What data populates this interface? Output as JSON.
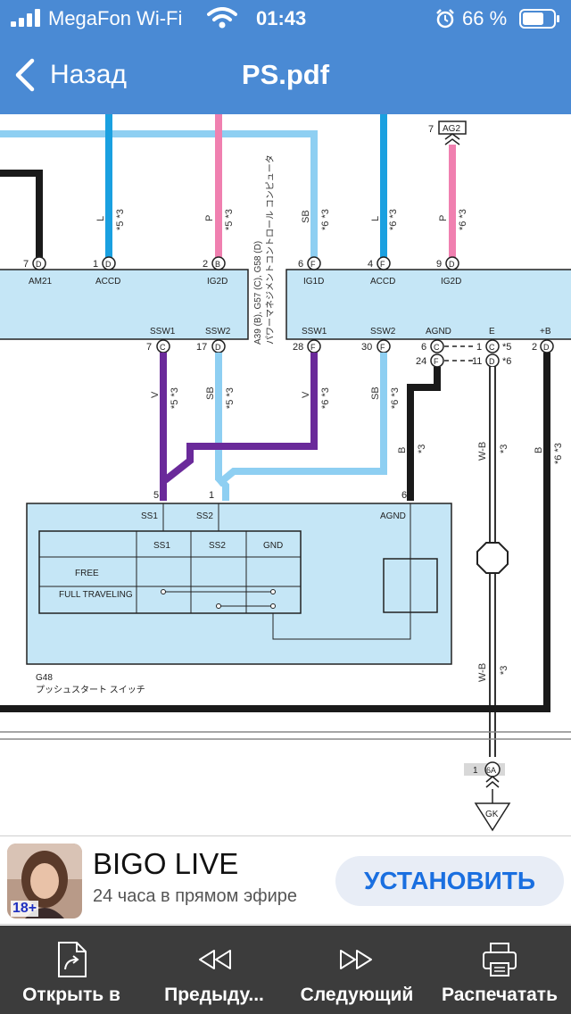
{
  "status_bar": {
    "carrier": "MegaFon Wi-Fi",
    "time": "01:43",
    "battery_percent": "66 %",
    "icons": [
      "signal-icon",
      "wifi-icon",
      "alarm-icon",
      "battery-icon"
    ]
  },
  "nav": {
    "back_label": "Назад",
    "title": "PS.pdf"
  },
  "diagram": {
    "top_labels": {
      "ag2_pin": "7",
      "ag2": "AG2"
    },
    "wire_labels": {
      "l_left": "L",
      "l_left_note": "*5 *3",
      "p_left": "P",
      "p_left_note": "*5 *3",
      "sb_top": "SB",
      "sb_top_note": "*6 *3",
      "l_right": "L",
      "l_right_note": "*6 *3",
      "p_right": "P",
      "p_right_note": "*6 *3",
      "v_left": "V",
      "v_left_note": "*5 *3",
      "sb_left": "SB",
      "sb_left_note": "*5 *3",
      "v_right": "V",
      "v_right_note": "*6 *3",
      "sb_right": "SB",
      "sb_right_note": "*6 *3",
      "b_agnd": "B",
      "b_agnd_note": "*3",
      "wb_top": "W-B",
      "wb_top_note": "*3",
      "b_right": "B",
      "b_right_note": "*6 *3",
      "wb_bottom": "W-B",
      "wb_bottom_note": "*3"
    },
    "ecu_caption_1": "A39 (B), G57 (C), G58 (D)",
    "ecu_caption_2": "パワーマネジメントコントロール コンピュータ",
    "left_ecu": {
      "top_pins": [
        {
          "num": "7",
          "conn": "D",
          "label": "AM21"
        },
        {
          "num": "1",
          "conn": "D",
          "label": "ACCD"
        },
        {
          "num": "2",
          "conn": "B",
          "label": "IG2D"
        }
      ],
      "bottom_pins": [
        {
          "num": "7",
          "conn": "C",
          "label": "SSW1"
        },
        {
          "num": "17",
          "conn": "D",
          "label": "SSW2"
        }
      ]
    },
    "right_ecu": {
      "top_pins": [
        {
          "num": "6",
          "conn": "F",
          "label": "IG1D"
        },
        {
          "num": "4",
          "conn": "F",
          "label": "ACCD"
        },
        {
          "num": "9",
          "conn": "D",
          "label": "IG2D"
        }
      ],
      "bottom_pins": [
        {
          "num": "28",
          "conn": "F",
          "label": "SSW1"
        },
        {
          "num": "30",
          "conn": "F",
          "label": "SSW2"
        },
        {
          "num": "6",
          "conn": "C",
          "label": "AGND"
        },
        {
          "num": "1",
          "conn": "C",
          "label": "E"
        },
        {
          "num": "2",
          "conn": "D",
          "label": "+B"
        }
      ],
      "extra": [
        {
          "num": "24",
          "conn": "F"
        },
        {
          "num": "11",
          "conn": "D"
        }
      ],
      "notes": [
        "*5",
        "*6"
      ]
    },
    "switch": {
      "pins": {
        "ss1_num": "5",
        "ss2_num": "1",
        "agnd_num": "6"
      },
      "terminals": {
        "ss1": "SS1",
        "ss2": "SS2",
        "agnd": "AGND"
      },
      "table_headers": [
        "SS1",
        "SS2",
        "GND"
      ],
      "rows": [
        "FREE",
        "FULL TRAVELING"
      ],
      "part": "G48",
      "name": "プッシュスタート スイッチ"
    },
    "ground": {
      "pin": "1",
      "conn": "6A",
      "label": "GK"
    }
  },
  "ad": {
    "title": "BIGO LIVE",
    "subtitle": "24 часа в прямом эфире",
    "age_rating": "18+",
    "install_label": "УСТАНОВИТЬ"
  },
  "toolbar": {
    "open_in": "Открыть в",
    "previous": "Предыду...",
    "next": "Следующий",
    "print": "Распечатать"
  },
  "colors": {
    "bar_blue": "#4a8ad4",
    "ecu_fill": "#c5e6f6",
    "wire_blue": "#1aa0e0",
    "wire_pink": "#f080b0",
    "wire_light_blue": "#8ecff2",
    "wire_purple": "#6a2a9a",
    "wire_black": "#1a1a1a",
    "toolbar_bg": "#3c3c3c",
    "install_text": "#1a6fe0"
  }
}
